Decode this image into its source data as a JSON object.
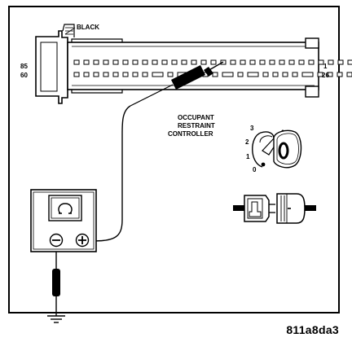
{
  "labels": {
    "wire_color": "BLACK",
    "pin_left_top": "85",
    "pin_left_bottom": "60",
    "pin_right_top": "1",
    "pin_right_bottom": "26",
    "controller_line1": "OCCUPANT",
    "controller_line2": "RESTRAINT",
    "controller_line3": "CONTROLLER"
  },
  "ignition": {
    "positions": [
      "3",
      "2",
      "1",
      "0"
    ]
  },
  "figure_id": "811a8da3",
  "colors": {
    "ink": "#000000",
    "background": "#ffffff"
  },
  "icons": {
    "meter": "ohmmeter-icon",
    "ground": "ground-icon",
    "key": "ignition-key-icon",
    "battery_connector": "battery-connector-icon"
  }
}
